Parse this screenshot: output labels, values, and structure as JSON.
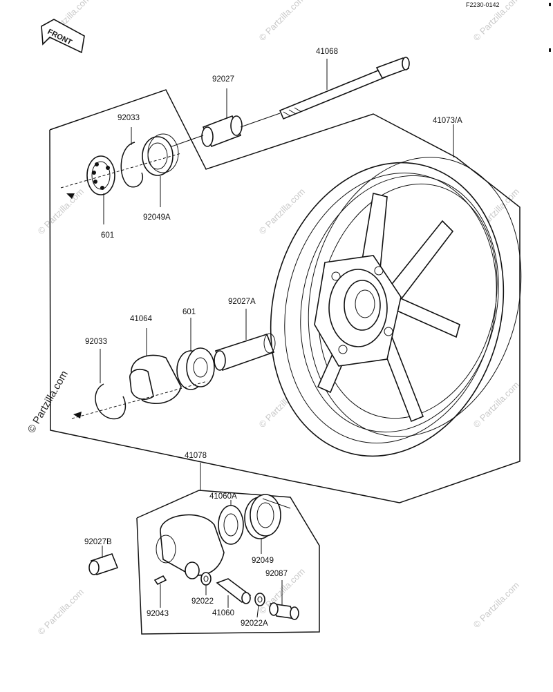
{
  "figure_code": "F2230-0142",
  "front_label": "FRONT",
  "watermark": "© Partzilla.com",
  "parts": {
    "axle": "41068",
    "collar_upper": "92027",
    "wheel": "41073/A",
    "circlip_upper": "92033",
    "bearing_upper": "601",
    "seal_upper": "92049A",
    "coupling": "41064",
    "bearing_lower": "601",
    "collar_lower": "92027A",
    "circlip_lower": "92033",
    "gear_housing": "41078",
    "gear": "41060A",
    "seal_gear": "92049",
    "collar_side": "92027B",
    "washer_a": "92022",
    "pin": "92043",
    "pinion": "41060",
    "washer_b": "92022A",
    "bushing": "92087"
  }
}
